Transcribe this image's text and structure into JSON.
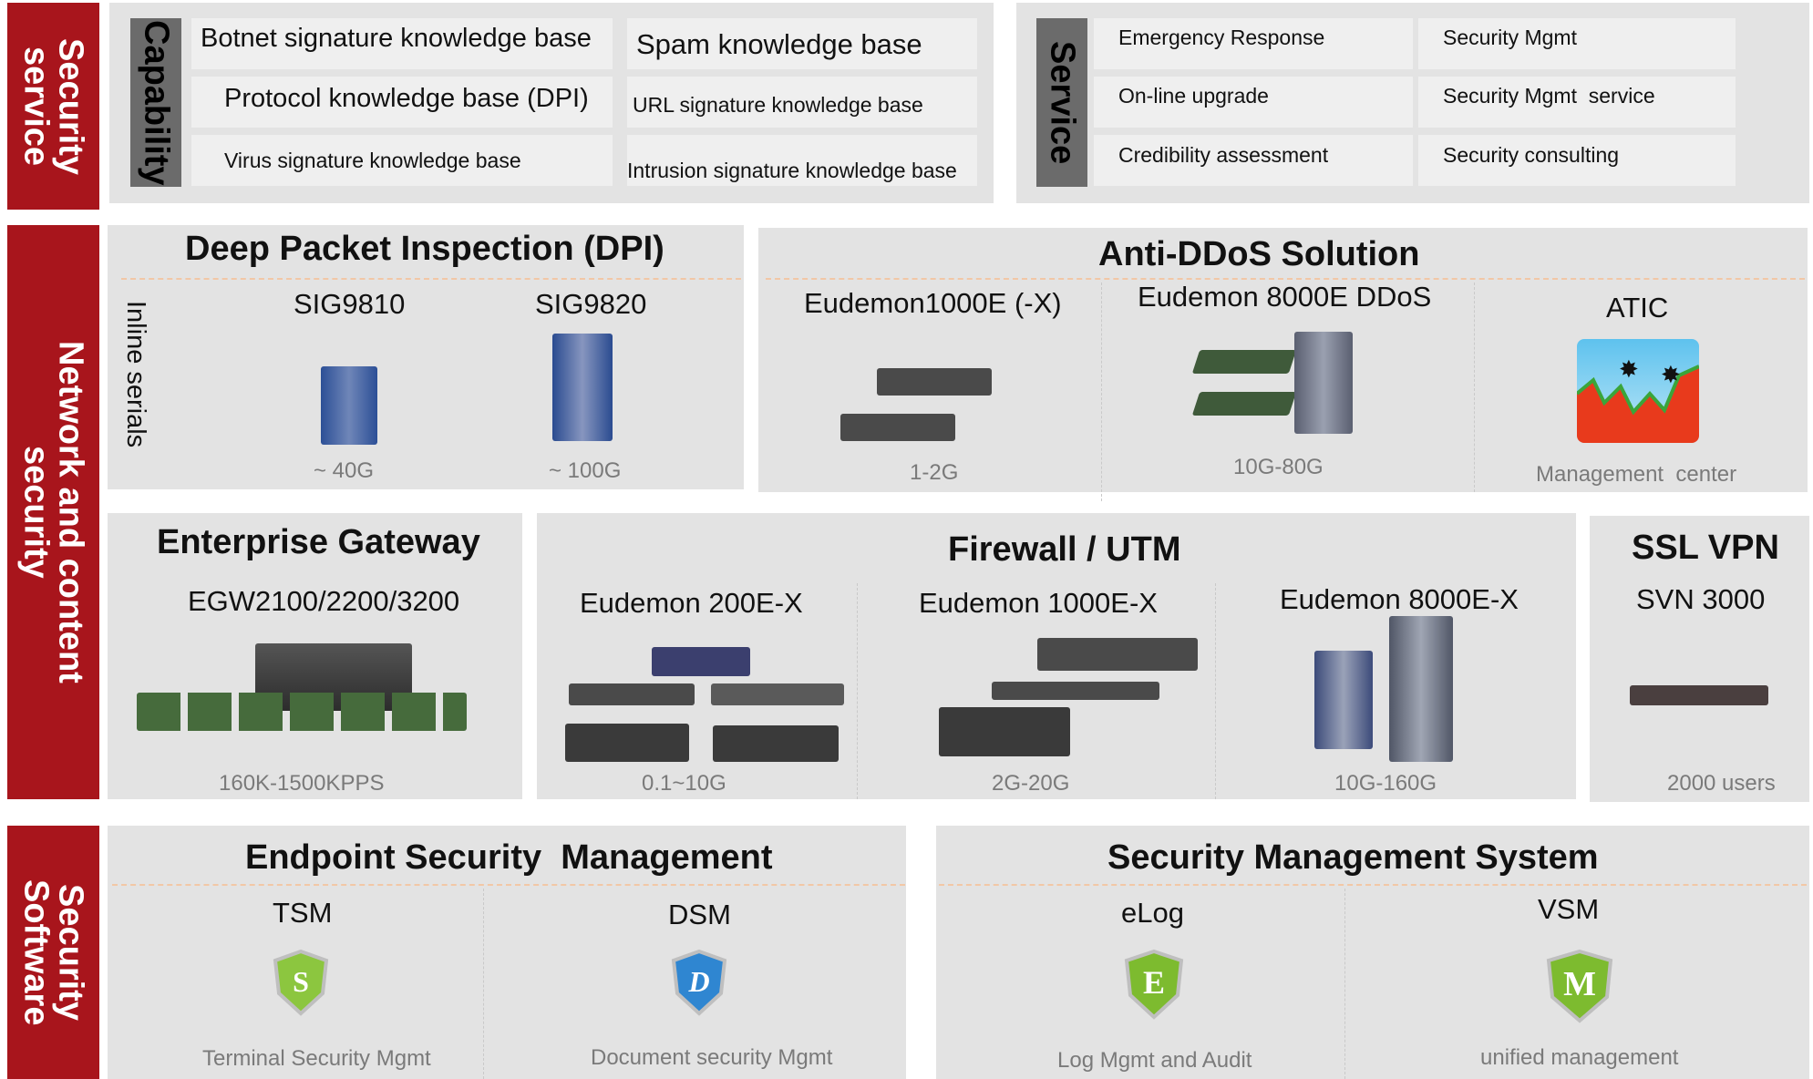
{
  "sections": {
    "security_service": "Security\nservice",
    "network_content": "Network and content\nsecurity",
    "security_software": "Security\nSoftware"
  },
  "capability": {
    "tab": "Capability",
    "items": [
      "Botnet signature knowledge base",
      "Spam knowledge base",
      "Protocol knowledge base (DPI)",
      "URL signature knowledge base",
      "Virus signature knowledge base",
      "Intrusion signature knowledge base"
    ]
  },
  "service": {
    "tab": "Service",
    "items": [
      "Emergency Response",
      "Security Mgmt",
      "On-line upgrade",
      "Security Mgmt  service",
      "Credibility assessment",
      "Security consulting"
    ]
  },
  "dpi": {
    "title": "Deep Packet Inspection (DPI)",
    "side": "Inline serials",
    "products": [
      {
        "name": "SIG9810",
        "spec": "~ 40G"
      },
      {
        "name": "SIG9820",
        "spec": "~ 100G"
      }
    ]
  },
  "antiddos": {
    "title": "Anti-DDoS Solution",
    "products": [
      {
        "name": "Eudemon1000E (-X)",
        "spec": "1-2G"
      },
      {
        "name": "Eudemon 8000E DDoS",
        "spec": "10G-80G"
      },
      {
        "name": "ATIC",
        "spec": "Management  center"
      }
    ]
  },
  "egw": {
    "title": "Enterprise Gateway",
    "product": "EGW2100/2200/3200",
    "spec": "160K-1500KPPS"
  },
  "firewall": {
    "title": "Firewall / UTM",
    "products": [
      {
        "name": "Eudemon 200E-X",
        "spec": "0.1~10G"
      },
      {
        "name": "Eudemon 1000E-X",
        "spec": "2G-20G"
      },
      {
        "name": "Eudemon 8000E-X",
        "spec": "10G-160G"
      }
    ]
  },
  "sslvpn": {
    "title": "SSL VPN",
    "product": "SVN 3000",
    "spec": "2000 users"
  },
  "endpoint": {
    "title": "Endpoint Security  Management",
    "products": [
      {
        "name": "TSM",
        "desc": "Terminal Security Mgmt",
        "letter": "S"
      },
      {
        "name": "DSM",
        "desc": "Document security Mgmt",
        "letter": "D"
      }
    ]
  },
  "sms": {
    "title": "Security Management System",
    "products": [
      {
        "name": "eLog",
        "desc": "Log Mgmt and Audit",
        "letter": "E"
      },
      {
        "name": "VSM",
        "desc": "unified management",
        "letter": "M"
      }
    ]
  },
  "colors": {
    "accent_red": "#a8151c",
    "panel": "#e3e3e3",
    "cell": "#efefef",
    "dash": "#f2c7a6"
  }
}
